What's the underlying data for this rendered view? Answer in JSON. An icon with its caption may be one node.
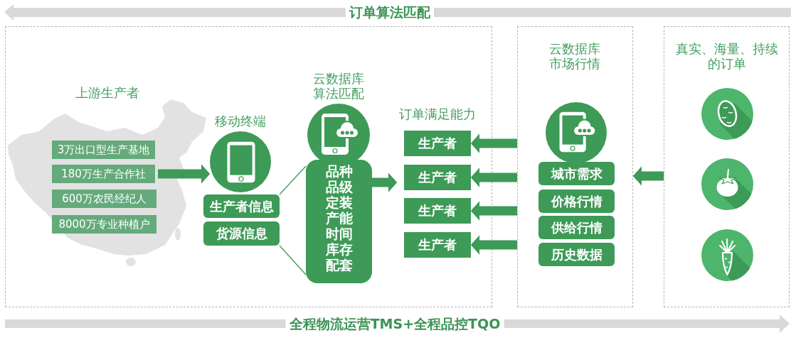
{
  "diagram": {
    "nodes": [
      {
        "text": [],
        "shape": "box"
      },
      {
        "text": [
          "上游生产者"
        ],
        "in": 0
      },
      {
        "text": [
          "3万出口型生产基地"
        ],
        "in": 1
      },
      {
        "text": [
          "180万生产合作社"
        ],
        "in": 1
      },
      {
        "text": [
          "600万农民经纪人"
        ],
        "in": 1
      },
      {
        "text": [
          "8000万专业种植户"
        ],
        "in": 1
      },
      {
        "text": [
          "移动终端"
        ],
        "in": 0
      },
      {
        "text": [
          "生产者信息"
        ],
        "in": 0
      },
      {
        "text": [
          "货源信息"
        ],
        "in": 0
      },
      {
        "text": [
          "云数据库算法匹配"
        ],
        "in": 0
      },
      {
        "text": [
          "品种",
          "品级",
          "定装",
          "产能",
          "时间",
          "库存",
          "配套"
        ],
        "in": 0
      },
      {
        "text": [
          "订单满足能力"
        ],
        "in": 0
      },
      {
        "text": [
          "生产者"
        ],
        "in": 11
      },
      {
        "text": [
          "生产者"
        ],
        "in": 11
      },
      {
        "text": [
          "生产者"
        ],
        "in": 11
      },
      {
        "text": [
          "生产者"
        ],
        "in": 11
      },
      {
        "text": [
          "云数据库市场行情"
        ]
      },
      {
        "text": [
          "城市需求"
        ],
        "in": 16
      },
      {
        "text": [
          "价格行情"
        ],
        "in": 16
      },
      {
        "text": [
          "供给行情"
        ],
        "in": 16
      },
      {
        "text": [
          "历史数据"
        ],
        "in": 16
      },
      {
        "text": [
          "真实、海量、持续的订单"
        ]
      }
    ],
    "edges": [
      {
        "from": 1,
        "to": 6,
        "arrow": "to"
      },
      {
        "from": 7,
        "to": 10,
        "arrow": "none"
      },
      {
        "from": 8,
        "to": 10,
        "arrow": "none"
      },
      {
        "from": 10,
        "to": 11,
        "arrow": "to"
      },
      {
        "from": 16,
        "to": 12,
        "arrow": "to"
      },
      {
        "from": 16,
        "to": 13,
        "arrow": "to"
      },
      {
        "from": 16,
        "to": 14,
        "arrow": "to"
      },
      {
        "from": 16,
        "to": 15,
        "arrow": "to"
      },
      {
        "from": 21,
        "to": 16,
        "arrow": "to"
      }
    ],
    "labels": [
      "订单算法匹配",
      "全程物流运营TMS+全程品控TQO"
    ]
  }
}
